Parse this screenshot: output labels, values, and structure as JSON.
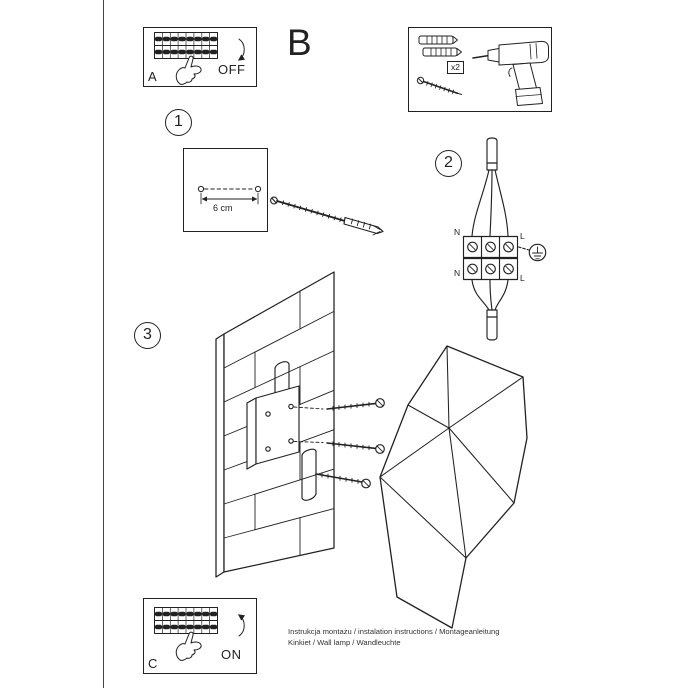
{
  "colors": {
    "ink": "#222222",
    "paper": "#ffffff"
  },
  "panel_a": {
    "label": "A",
    "state_label": "OFF"
  },
  "section_b": {
    "label": "B"
  },
  "hardware": {
    "quantity_label": "x2"
  },
  "step_1": {
    "number": "1",
    "dimension_label": "6 cm"
  },
  "step_2": {
    "number": "2",
    "terminals": {
      "top_left": "N",
      "top_right": "L",
      "bottom_left": "N",
      "bottom_right": "L"
    }
  },
  "step_3": {
    "number": "3"
  },
  "panel_c": {
    "label": "C",
    "state_label": "ON"
  },
  "footer": {
    "line1": "Instrukcja montażu / instalation instructions / Montageanleitung",
    "line2": "Kinkiet / Wall lamp / Wandleuchte"
  }
}
